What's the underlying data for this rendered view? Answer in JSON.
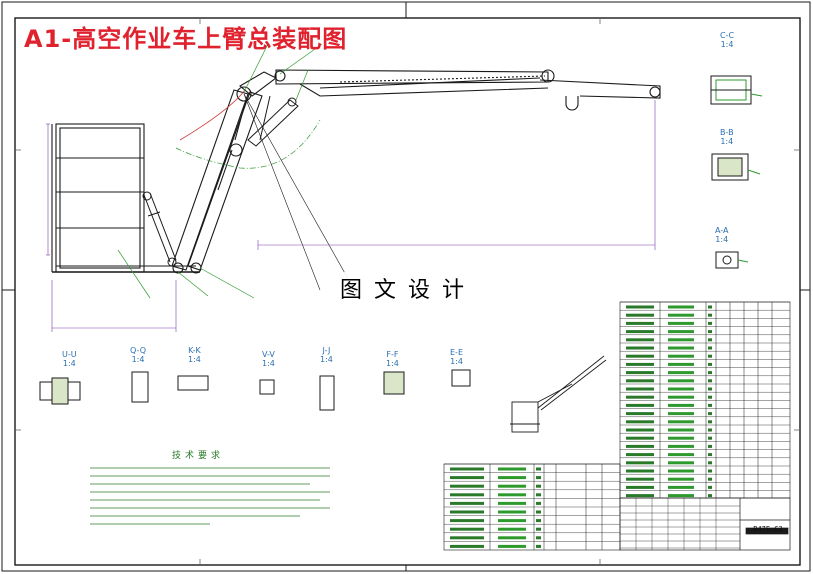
{
  "drawing": {
    "title": "A1-高空作业车上臂总装配图",
    "watermark": "图文设计",
    "tech_requirements_title": "技术要求",
    "drawing_number": "B47E-C3"
  },
  "section_views": [
    {
      "id": "C-C",
      "name": "C-C",
      "scale": "1:4"
    },
    {
      "id": "B-B",
      "name": "B-B",
      "scale": "1:4"
    },
    {
      "id": "A-A",
      "name": "A-A",
      "scale": "1:4"
    },
    {
      "id": "U-U",
      "name": "U-U",
      "scale": "1:4"
    },
    {
      "id": "Q-Q",
      "name": "Q-Q",
      "scale": "1:4"
    },
    {
      "id": "K-K",
      "name": "K-K",
      "scale": "1:4"
    },
    {
      "id": "V-V",
      "name": "V-V",
      "scale": "1:4"
    },
    {
      "id": "J-J",
      "name": "J-J",
      "scale": "1:4"
    },
    {
      "id": "F-F",
      "name": "F-F",
      "scale": "1:4"
    },
    {
      "id": "E-E",
      "name": "E-E",
      "scale": "1:4"
    }
  ],
  "colors": {
    "frame": "#1a1a1a",
    "title": "#e0212e",
    "part": "#1a1a1a",
    "leader": "#2e9a2e",
    "dimension": "#7a3fb0",
    "section": "#2b6fb0",
    "centerline": "#d23a3a",
    "table_text": "#2a7a2a"
  }
}
